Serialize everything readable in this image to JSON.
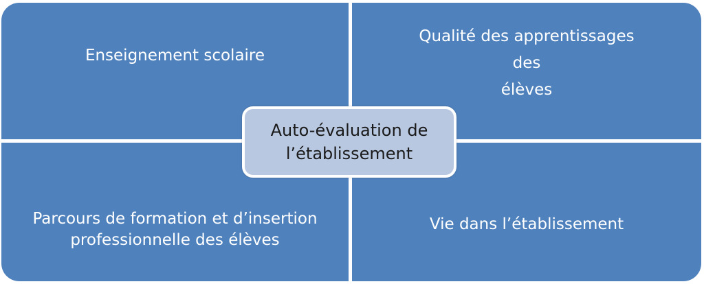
{
  "diagram": {
    "center": {
      "label": "Auto-évaluation de\nl’établissement"
    },
    "quadrants": {
      "top_left": "Enseignement scolaire",
      "top_right": "Qualité des apprentissages\ndes\nélèves",
      "bottom_left": "Parcours de formation et d’insertion\nprofessionnelle des élèves",
      "bottom_right": "Vie dans l’établissement"
    },
    "colors": {
      "quadrant_fill": "#4f81bd",
      "center_fill": "#b9c8e1",
      "quadrant_text": "#ffffff",
      "center_text": "#1a1a1a"
    }
  }
}
